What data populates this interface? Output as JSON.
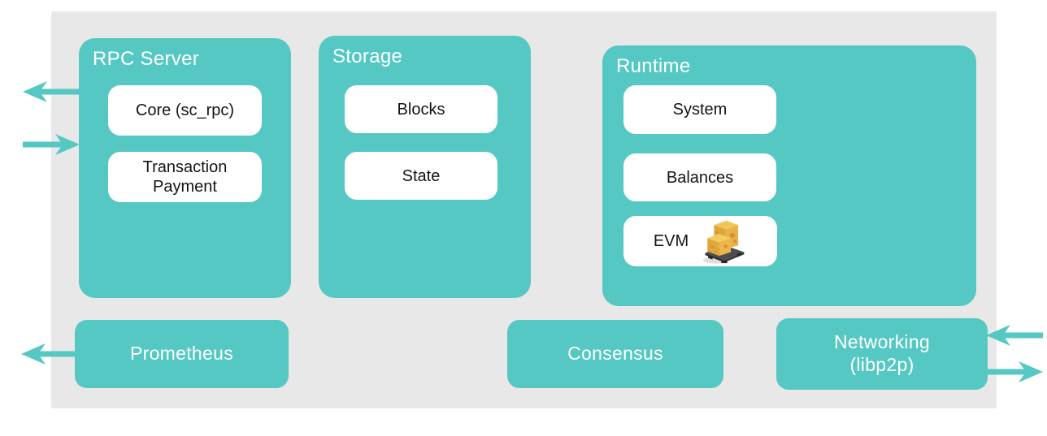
{
  "colors": {
    "teal": "#55c8c3",
    "panel_gray": "#e8e8e8",
    "chip_white": "#ffffff",
    "chip_text": "#141414",
    "title_text": "#ffffff",
    "cheese_yellow": "#eab148",
    "pallet_dark": "#4d4d4d"
  },
  "groups": {
    "rpc": {
      "title": "RPC Server",
      "items": {
        "core": "Core (sc_rpc)",
        "transaction_payment": "Transaction\nPayment"
      }
    },
    "storage": {
      "title": "Storage",
      "items": {
        "blocks": "Blocks",
        "state": "State"
      }
    },
    "runtime": {
      "title": "Runtime",
      "items": {
        "system": "System",
        "balances": "Balances",
        "evm": "EVM"
      }
    }
  },
  "nodes": {
    "prometheus": {
      "label": "Prometheus"
    },
    "consensus": {
      "label": "Consensus"
    },
    "networking": {
      "label": "Networking\n(libp2p)"
    }
  },
  "icons": {
    "cheese_pallet": "cheese-on-pallet-icon",
    "arrow_out_rpc": "arrow-left-icon",
    "arrow_in_rpc": "arrow-right-icon",
    "arrow_out_prometheus": "arrow-left-icon",
    "arrow_in_networking": "arrow-left-icon",
    "arrow_out_networking": "arrow-right-icon"
  }
}
